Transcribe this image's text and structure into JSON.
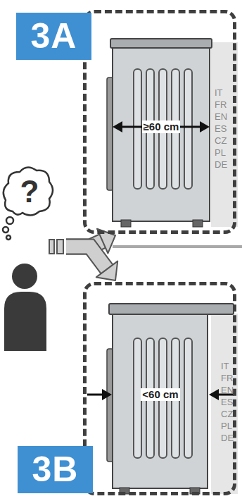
{
  "diagram": {
    "nodes": [
      {
        "text": [
          "?"
        ]
      },
      {
        "text": [
          "3A"
        ]
      },
      {
        "text": [
          "3B"
        ]
      }
    ],
    "edges": [
      {
        "from": 0,
        "to": 1,
        "arrow": "to"
      },
      {
        "from": 0,
        "to": 2,
        "arrow": "to"
      }
    ],
    "labels": [
      "≥60 cm",
      "IT",
      "FR",
      "EN",
      "ES",
      "CZ",
      "PL",
      "DE",
      "<60 cm",
      "IT",
      "FR",
      "EN",
      "ES",
      "CZ",
      "PL",
      "DE"
    ]
  }
}
